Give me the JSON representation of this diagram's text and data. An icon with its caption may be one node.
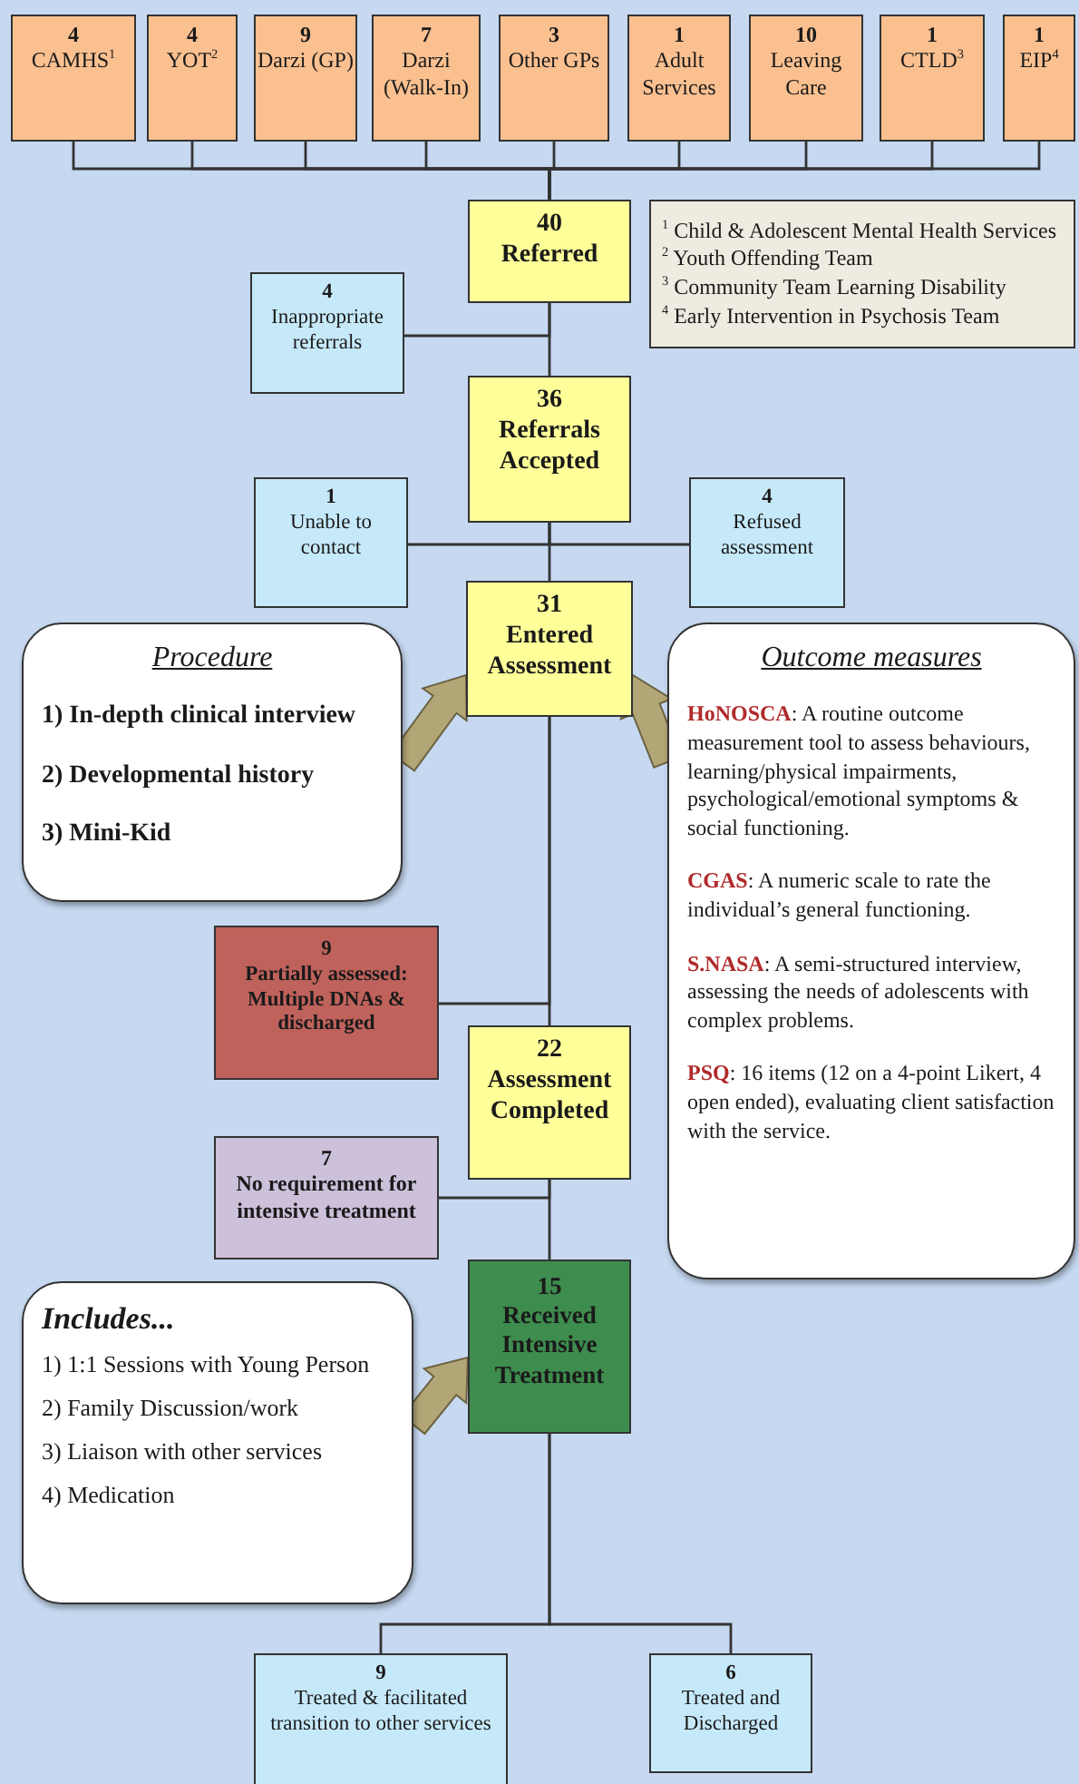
{
  "diagram": {
    "nodes": [
      {
        "text": [
          "4",
          "CAMHS$^{1}$"
        ]
      },
      {
        "text": [
          "4",
          "YOT$^{2}$"
        ]
      },
      {
        "text": [
          "9",
          "Darzi (GP)"
        ]
      },
      {
        "text": [
          "7",
          "Darzi (Walk-In)"
        ]
      },
      {
        "text": [
          "3",
          "Other GPs"
        ]
      },
      {
        "text": [
          "1",
          "Adult Services"
        ]
      },
      {
        "text": [
          "10",
          "Leaving Care"
        ]
      },
      {
        "text": [
          "1",
          "CTLD$^{3}$"
        ]
      },
      {
        "text": [
          "1",
          "EIP$^{4}$"
        ]
      },
      {
        "text": [
          "40",
          "Referred"
        ]
      },
      {
        "text": [
          "$^{1}$ Child & Adolescent Mental Health Services",
          "$^{2}$ Youth Offending Team",
          "$^{3}$ Community Team Learning Disability",
          "$^{4}$ Early Intervention in Psychosis Team"
        ]
      },
      {
        "text": [
          "4",
          "Inappropriate referrals"
        ]
      },
      {
        "text": [
          "36",
          "Referrals Accepted"
        ]
      },
      {
        "text": [
          "1",
          "Unable to contact"
        ]
      },
      {
        "text": [
          "4",
          "Refused assessment"
        ]
      },
      {
        "text": [
          "31",
          "Entered Assessment"
        ]
      },
      {
        "text": [
          "Procedure",
          "1) In-depth clinical interview",
          "2) Developmental history",
          "3) Mini-Kid"
        ]
      },
      {
        "text": [
          "Outcome measures",
          "**HoNOSCA**: A routine outcome measurement tool to assess behaviours, learning/physical impairments, psychological/emotional symptoms & social functioning.",
          "**CGAS**: A numeric scale to rate the individual’s general functioning.",
          "**S.NASA**: A semi-structured interview, assessing the needs of adolescents with complex problems.",
          "**PSQ**: 16 items (12 on a 4-point Likert, 4 open ended), evaluating client satisfaction with the service."
        ]
      },
      {
        "text": [
          "9",
          "Partially assessed: Multiple DNAs & discharged"
        ]
      },
      {
        "text": [
          "22",
          "Assessment Completed"
        ]
      },
      {
        "text": [
          "7",
          "No requirement for intensive treatment"
        ]
      },
      {
        "text": [
          "Includes...",
          "1) 1:1 Sessions with Young Person",
          "2) Family Discussion/work",
          "3) Liaison with other services",
          "4) Medication"
        ]
      },
      {
        "text": [
          "15",
          "Received Intensive Treatment"
        ]
      },
      {
        "text": [
          "9",
          "Treated & facilitated transition to other services"
        ]
      },
      {
        "text": [
          "6",
          "Treated and Discharged"
        ]
      }
    ],
    "edges": [
      {
        "from": 0,
        "to": 9,
        "arrow": "none"
      },
      {
        "from": 1,
        "to": 9,
        "arrow": "none"
      },
      {
        "from": 2,
        "to": 9,
        "arrow": "none"
      },
      {
        "from": 3,
        "to": 9,
        "arrow": "none"
      },
      {
        "from": 4,
        "to": 9,
        "arrow": "none"
      },
      {
        "from": 5,
        "to": 9,
        "arrow": "none"
      },
      {
        "from": 6,
        "to": 9,
        "arrow": "none"
      },
      {
        "from": 7,
        "to": 9,
        "arrow": "none"
      },
      {
        "from": 8,
        "to": 9,
        "arrow": "none"
      },
      {
        "from": 9,
        "to": 11,
        "arrow": "none"
      },
      {
        "from": 9,
        "to": 12,
        "arrow": "none"
      },
      {
        "from": 12,
        "to": 13,
        "arrow": "none"
      },
      {
        "from": 12,
        "to": 14,
        "arrow": "none"
      },
      {
        "from": 12,
        "to": 15,
        "arrow": "none"
      },
      {
        "from": 16,
        "to": 15,
        "arrow": "to",
        "style": "thick",
        "color": "#b3a676"
      },
      {
        "from": 17,
        "to": 15,
        "arrow": "to",
        "style": "thick",
        "color": "#b3a676"
      },
      {
        "from": 15,
        "to": 18,
        "arrow": "none"
      },
      {
        "from": 15,
        "to": 19,
        "arrow": "none"
      },
      {
        "from": 19,
        "to": 20,
        "arrow": "none"
      },
      {
        "from": 19,
        "to": 22,
        "arrow": "none"
      },
      {
        "from": 21,
        "to": 22,
        "arrow": "to",
        "style": "thick",
        "color": "#b3a676"
      },
      {
        "from": 22,
        "to": 23,
        "arrow": "none"
      },
      {
        "from": 22,
        "to": 24,
        "arrow": "none"
      }
    ]
  }
}
